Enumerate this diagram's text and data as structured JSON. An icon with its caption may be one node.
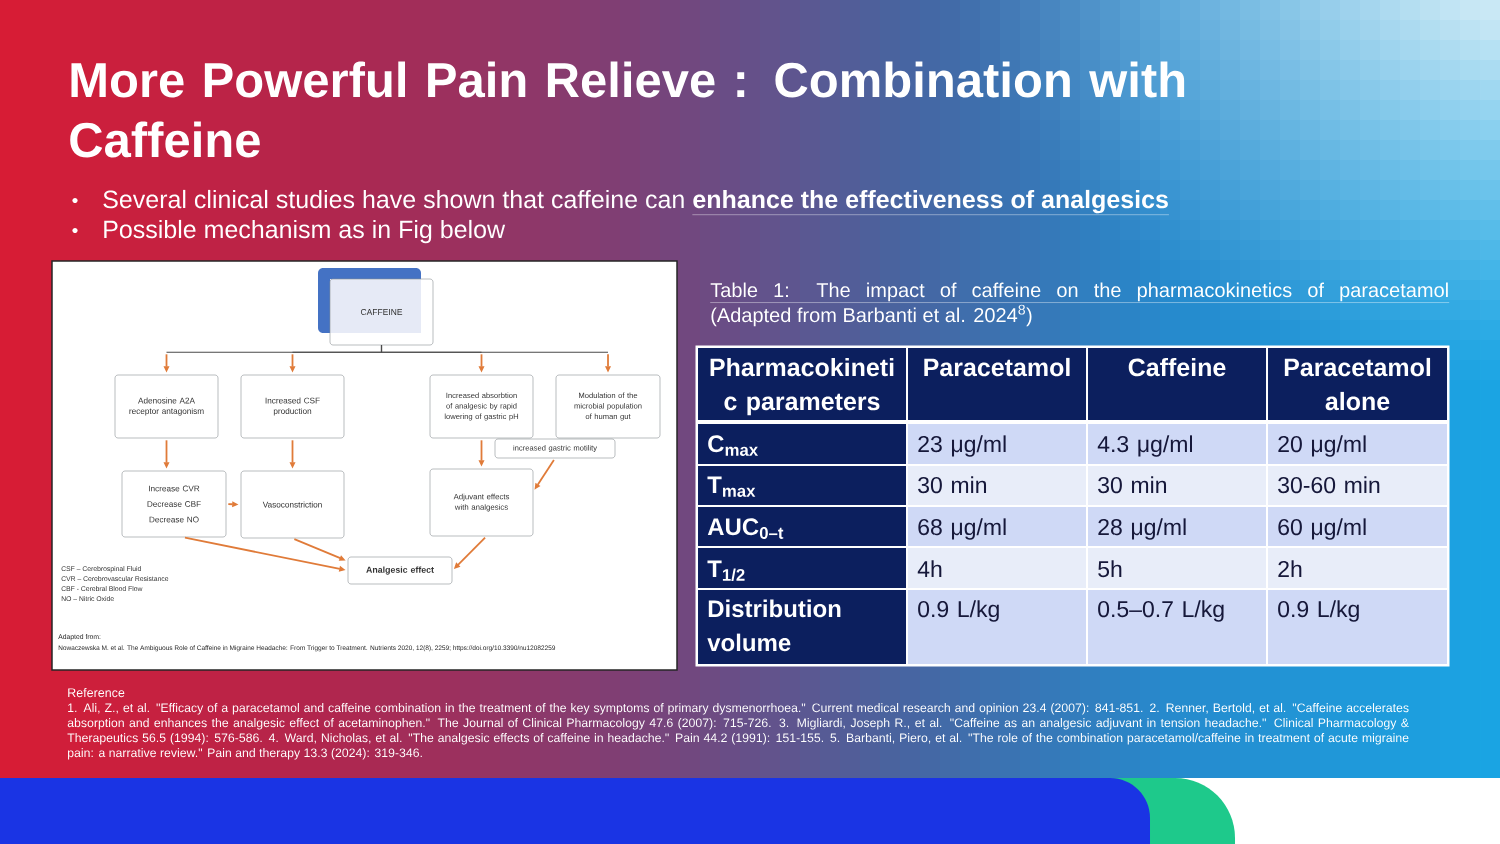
{
  "diagram": {
    "title": "More Powerful Pain Relieve : Combination with Caffeine",
    "nodes": [
      {
        "text": [
          "CAFFEINE"
        ]
      },
      {
        "text": [
          "Adenosine A2A receptor antagonism"
        ]
      },
      {
        "text": [
          "Increased CSF production"
        ]
      },
      {
        "text": [
          "Increased absorbtion of analgesic by rapid lowering of gastric pH"
        ]
      },
      {
        "text": [
          "Modulation of the microbial population of human gut"
        ]
      },
      {
        "text": [
          "increased gastric motility"
        ]
      },
      {
        "text": [
          "Increase CVR",
          "Decrease CBF",
          "Decrease NO"
        ]
      },
      {
        "text": [
          "Vasoconstriction"
        ]
      },
      {
        "text": [
          "Adjuvant effects with analgesics"
        ]
      },
      {
        "text": [
          "Analgesic effect"
        ]
      }
    ],
    "edges": [
      {
        "from": 0,
        "to": 1,
        "arrow": "to",
        "color": "#4a4a4a"
      },
      {
        "from": 0,
        "to": 2,
        "arrow": "to",
        "color": "#4a4a4a"
      },
      {
        "from": 0,
        "to": 3,
        "arrow": "to",
        "color": "#4a4a4a"
      },
      {
        "from": 0,
        "to": 4,
        "arrow": "to",
        "color": "#4a4a4a"
      },
      {
        "from": 1,
        "to": 6,
        "arrow": "to"
      },
      {
        "from": 2,
        "to": 7,
        "arrow": "to"
      },
      {
        "from": 3,
        "to": 8,
        "arrow": "to"
      },
      {
        "from": 6,
        "to": 7,
        "arrow": "to"
      },
      {
        "from": 5,
        "to": 8,
        "arrow": "to"
      },
      {
        "from": 6,
        "to": 9,
        "arrow": "to"
      },
      {
        "from": 7,
        "to": 9,
        "arrow": "to"
      },
      {
        "from": 8,
        "to": 9,
        "arrow": "to"
      }
    ],
    "labels": [
      "Several clinical studies have shown that caffeine can **enhance the effectiveness of analgesics**",
      "Possible mechanism as in Fig below",
      "CSF – Cerebrospinal Fluid",
      "CVR – Cerebrovascular Resistance",
      "CBF - Cerebral Blood Flow",
      "NO – Nitric Oxide",
      "Adapted from:",
      "Nowaczewska M. et al. The Ambiguous Role of Caffeine in Migraine Headache: From Trigger to Treatment. Nutrients 2020, 12(8), 2259; https://doi.org/10.3390/nu12082259",
      "Table 1: The impact of caffeine on the pharmacokinetics of paracetamol",
      "(Adapted from Barbanti et al. 2024$^{8}$)",
      "Pharmacokineti c parameters",
      "Paracetamol",
      "Caffeine",
      "Paracetamol alone",
      "C$_{max}$",
      "23 μg/ml",
      "4.3 μg/ml",
      "20 μg/ml",
      "T$_{max}$",
      "30 min",
      "30 min",
      "30-60 min",
      "AUC$_{0–t}$",
      "68 μg/ml",
      "28 μg/ml",
      "60 μg/ml",
      "T$_{1/2}$",
      "4h",
      "5h",
      "2h",
      "Distribution volume",
      "0.9 L/kg",
      "0.5–0.7 L/kg",
      "0.9 L/kg",
      "Reference",
      "1. Ali, Z., et al. \"Efficacy of a paracetamol and caffeine combination in the treatment of the key symptoms of primary dysmenorrhoea.\" Current medical research and opinion 23.4 (2007): 841-851. 2. Renner, Bertold, et al. \"Caffeine accelerates absorption and enhances the analgesic effect of acetaminophen.\" The Journal of Clinical Pharmacology 47.6 (2007): 715-726. 3. Migliardi, Joseph R., et al. \"Caffeine as an analgesic adjuvant in tension headache.\" Clinical Pharmacology & Therapeutics 56.5 (1994): 576-586. 4. Ward, Nicholas, et al. \"The analgesic effects of caffeine in headache.\" Pain 44.2 (1991): 151-155. 5. Barbanti, Piero, et al. \"The role of the combination paracetamol/caffeine in treatment of acute migraine pain: a narrative review.\" Pain and therapy 13.3 (2024): 319-346."
    ]
  }
}
